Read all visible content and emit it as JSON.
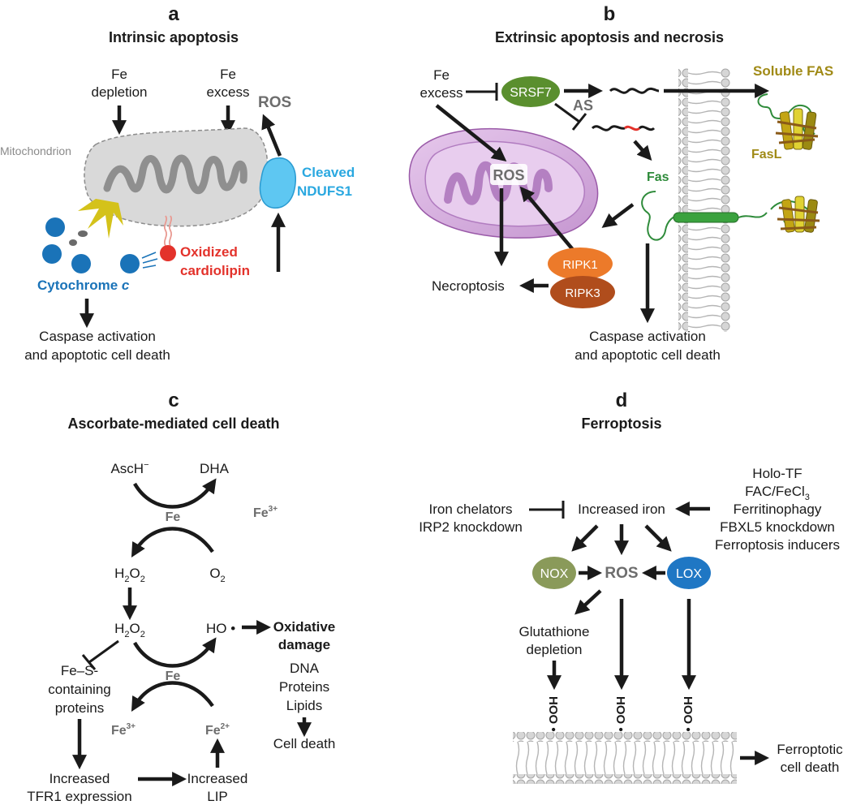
{
  "panels": {
    "a": {
      "letter": "a",
      "title": "Intrinsic apoptosis",
      "fe_depletion": [
        "Fe",
        "depletion"
      ],
      "fe_excess": [
        "Fe",
        "excess"
      ],
      "ros": "ROS",
      "mitochondrion": "Mitochondrion",
      "cleaved_ndufs1": [
        "Cleaved",
        "NDUFS1"
      ],
      "oxidized_cardiolipin": [
        "Oxidized",
        "cardiolipin"
      ],
      "cytochrome_c": "Cytochrome",
      "cytochrome_c_italic": "c",
      "outcome": [
        "Caspase activation",
        "and apoptotic cell death"
      ]
    },
    "b": {
      "letter": "b",
      "title": "Extrinsic apoptosis and necrosis",
      "fe_excess": [
        "Fe",
        "excess"
      ],
      "srsf7": "SRSF7",
      "as": "AS",
      "soluble_fas": "Soluble FAS",
      "fasl": "FasL",
      "fas": "Fas",
      "ros": "ROS",
      "ripk1": "RIPK1",
      "ripk3": "RIPK3",
      "necroptosis": "Necroptosis",
      "outcome": [
        "Caspase activation",
        "and apoptotic cell death"
      ]
    },
    "c": {
      "letter": "c",
      "title": "Ascorbate-mediated cell death",
      "asch": "AscH",
      "asch_sup": "−",
      "dha": "DHA",
      "fe": "Fe",
      "fe3_main": "Fe",
      "fe3_sup": "3+",
      "h2o2": "H2O2",
      "o2": "O2",
      "ho": "HO",
      "oxidative_damage": [
        "Oxidative",
        "damage"
      ],
      "damage_targets": [
        "DNA",
        "Proteins",
        "Lipids"
      ],
      "cell_death": "Cell death",
      "fes_proteins": [
        "Fe–S-",
        "containing",
        "proteins"
      ],
      "fe2_sup": "2+",
      "increased_tfr1": [
        "Increased",
        "TFR1 expression"
      ],
      "increased_lip": [
        "Increased",
        "LIP"
      ]
    },
    "d": {
      "letter": "d",
      "title": "Ferroptosis",
      "inducers": [
        "Holo-TF",
        "FAC/FeCl",
        "Ferritinophagy",
        "FBXL5 knockdown",
        "Ferroptosis inducers"
      ],
      "fecl_sub": "3",
      "chelators": [
        "Iron chelators",
        "IRP2 knockdown"
      ],
      "increased_iron": "Increased iron",
      "nox": "NOX",
      "ros": "ROS",
      "lox": "LOX",
      "glutathione": [
        "Glutathione",
        "depletion"
      ],
      "hoo": "HOO",
      "outcome": [
        "Ferroptotic",
        "cell death"
      ]
    }
  },
  "colors": {
    "text": "#1a1a1a",
    "grey_text": "#6d6d6d",
    "cyto_blue": "#1a73b8",
    "cleaved_blue": "#2aa8e0",
    "cardiolipin_red": "#e3322b",
    "srsf7_green": "#5a8f2e",
    "fas_green": "#2e8b3a",
    "soluble_fas_olive": "#a08a16",
    "ripk1_orange": "#ec7a2a",
    "ripk3_brown": "#b04d1c",
    "nox_olive": "#8a9a5a",
    "lox_blue": "#1f77c4",
    "mito_purple": "#c89ad4"
  }
}
